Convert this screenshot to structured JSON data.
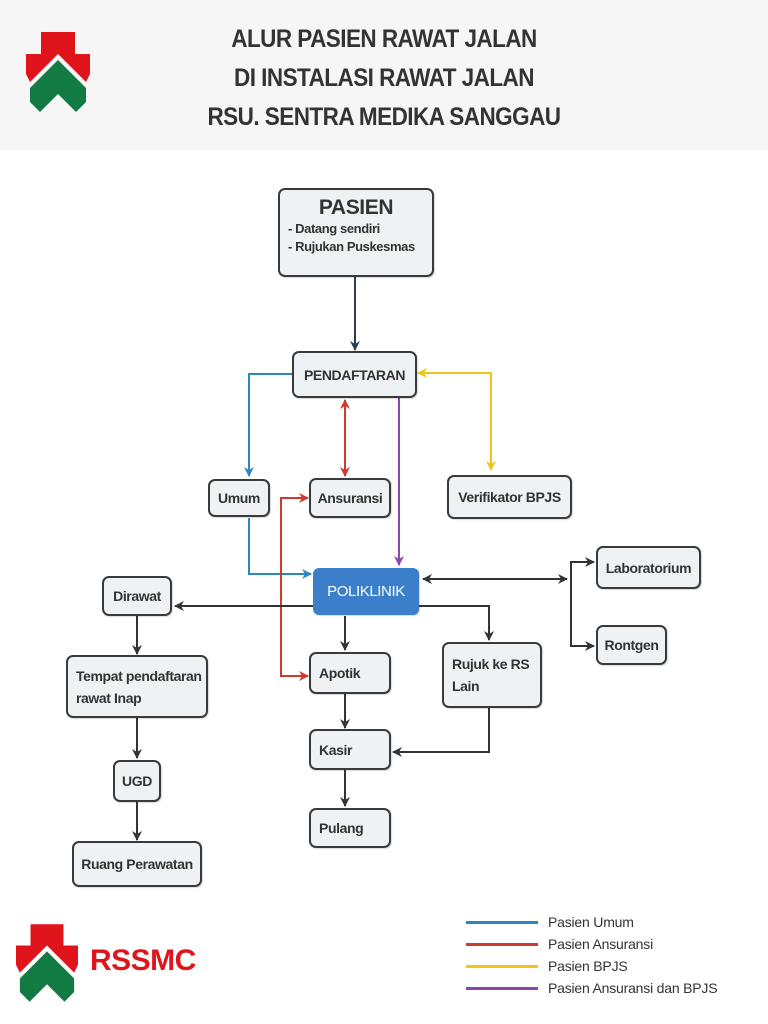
{
  "header": {
    "title_lines": [
      "ALUR PASIEN RAWAT JALAN",
      "DI INSTALASI RAWAT JALAN",
      "RSU. SENTRA MEDIKA SANGGAU"
    ],
    "logo_icon": "hospital-cross-arrow-logo"
  },
  "colors": {
    "umum": "#2b86c5",
    "ansuransi": "#cf3a2e",
    "bpjs": "#f0c419",
    "ansuransi_bpjs": "#8e44ad",
    "flow": "#333333",
    "pasien_arrow": "#2c3e50",
    "poliklinik": "#3b7fcb",
    "brand_red": "#e0141b",
    "brand_green": "#127a43"
  },
  "nodes": {
    "pasien": {
      "title": "PASIEN",
      "lines": [
        "- Datang sendiri",
        "- Rujukan Puskesmas"
      ]
    },
    "pendaftaran": "PENDAFTARAN",
    "umum": "Umum",
    "ansuransi": "Ansuransi",
    "verifikator": "Verifikator BPJS",
    "poliklinik": "POLIKLINIK",
    "laboratorium": "Laboratorium",
    "rontgen": "Rontgen",
    "dirawat": "Dirawat",
    "tempat_ranap": [
      "Tempat pendaftaran",
      "rawat Inap"
    ],
    "ugd": "UGD",
    "ruang_perawatan": "Ruang Perawatan",
    "apotik": "Apotik",
    "rujuk": [
      "Rujuk ke RS",
      "Lain"
    ],
    "kasir": "Kasir",
    "pulang": "Pulang"
  },
  "footer": {
    "brand": "RSSMC"
  },
  "legend": [
    {
      "label": "Pasien Umum",
      "color": "#2b86c5"
    },
    {
      "label": "Pasien Ansuransi",
      "color": "#cf3a2e"
    },
    {
      "label": "Pasien BPJS",
      "color": "#f0c419"
    },
    {
      "label": "Pasien Ansuransi dan BPJS",
      "color": "#8e44ad"
    }
  ]
}
